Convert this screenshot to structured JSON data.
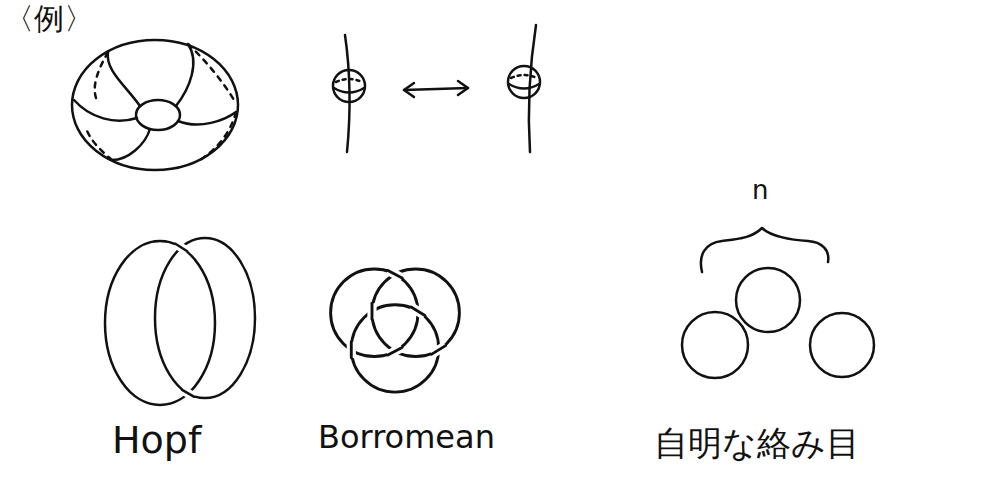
{
  "diagram": {
    "labels": [
      "〈例〉",
      "n",
      "Hopf",
      "Borromean",
      "自明な絡み目"
    ]
  }
}
